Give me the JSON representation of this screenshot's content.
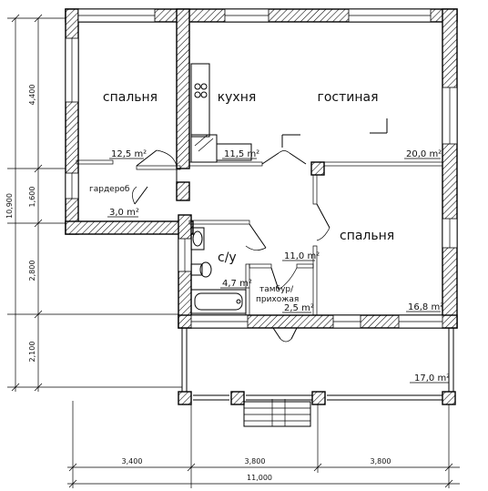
{
  "rooms": {
    "bedroom1": {
      "label": "спальня",
      "area": "12,5 m²"
    },
    "kitchen": {
      "label": "кухня",
      "area": "11,5 m²"
    },
    "living": {
      "label": "гостиная",
      "area": "20,0 m²"
    },
    "wardrobe": {
      "label": "гардероб",
      "area": "3,0 m²"
    },
    "bathroom": {
      "label": "с/у",
      "area": "4,7 m²"
    },
    "corridor": {
      "label": "",
      "area": "11,0 m²"
    },
    "bedroom2": {
      "label": "спальня",
      "area": "16,8 m²"
    },
    "vestibule": {
      "label1": "тамбур/",
      "label2": "прихожая",
      "area": "2,5 m²"
    },
    "terrace": {
      "label": "",
      "area": "17,0 m²"
    }
  },
  "dimensions": {
    "vertical": [
      "4,400",
      "1,600",
      "2,800",
      "2,100"
    ],
    "vertical_total": "10,900",
    "horizontal": [
      "3,400",
      "3,800",
      "3,800"
    ],
    "horizontal_total": "11,000"
  }
}
